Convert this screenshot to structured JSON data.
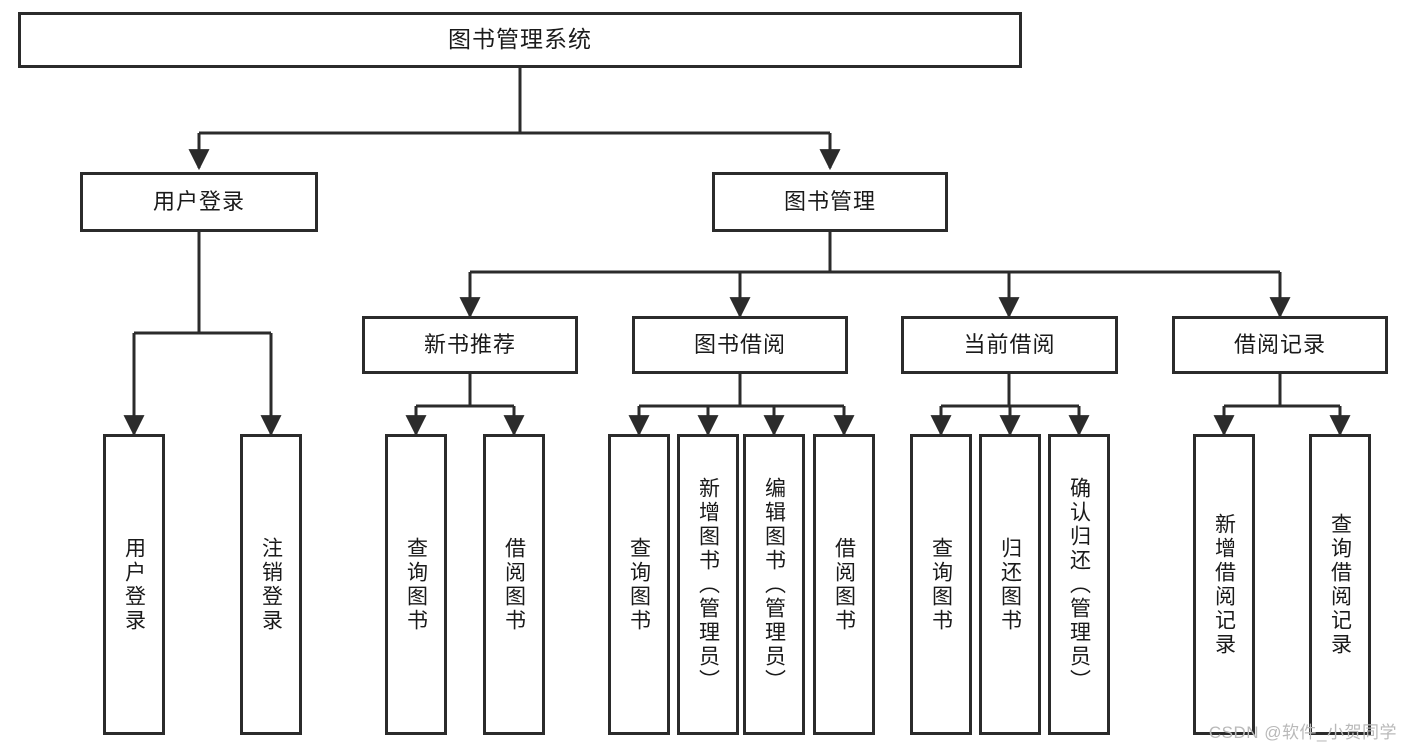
{
  "diagram": {
    "type": "tree",
    "title": "图书管理系统",
    "orientation": "top-down",
    "colors": {
      "box_border": "#2b2b2b",
      "box_fill": "#ffffff",
      "connector": "#2b2b2b",
      "text": "#1a1a1a",
      "watermark": "#b9b9b9",
      "page_background": "#ffffff"
    }
  },
  "root": {
    "label": "图书管理系统"
  },
  "level1": [
    {
      "id": "user-login",
      "label": "用户登录"
    },
    {
      "id": "book-manage",
      "label": "图书管理"
    }
  ],
  "level2": [
    {
      "id": "new-book-recommend",
      "label": "新书推荐",
      "parent": "book-manage"
    },
    {
      "id": "book-borrow",
      "label": "图书借阅",
      "parent": "book-manage"
    },
    {
      "id": "current-borrow",
      "label": "当前借阅",
      "parent": "book-manage"
    },
    {
      "id": "borrow-record",
      "label": "借阅记录",
      "parent": "book-manage"
    }
  ],
  "leaves": [
    {
      "id": "leaf-user-login",
      "label": "用户登录",
      "parent": "user-login"
    },
    {
      "id": "leaf-logout-login",
      "label": "注销登录",
      "parent": "user-login"
    },
    {
      "id": "leaf-query-book-1",
      "label": "查询图书",
      "parent": "new-book-recommend"
    },
    {
      "id": "leaf-borrow-book-1",
      "label": "借阅图书",
      "parent": "new-book-recommend"
    },
    {
      "id": "leaf-query-book-2",
      "label": "查询图书",
      "parent": "book-borrow"
    },
    {
      "id": "leaf-add-book",
      "label": "新增图书（管理员）",
      "parent": "book-borrow"
    },
    {
      "id": "leaf-edit-book",
      "label": "编辑图书（管理员）",
      "parent": "book-borrow"
    },
    {
      "id": "leaf-borrow-book-2",
      "label": "借阅图书",
      "parent": "book-borrow"
    },
    {
      "id": "leaf-query-book-3",
      "label": "查询图书",
      "parent": "current-borrow"
    },
    {
      "id": "leaf-return-book",
      "label": "归还图书",
      "parent": "current-borrow"
    },
    {
      "id": "leaf-confirm-return",
      "label": "确认归还（管理员）",
      "parent": "current-borrow"
    },
    {
      "id": "leaf-add-record",
      "label": "新增借阅记录",
      "parent": "borrow-record"
    },
    {
      "id": "leaf-query-record",
      "label": "查询借阅记录",
      "parent": "borrow-record"
    }
  ],
  "watermark": {
    "text": "CSDN @软件_小贺同学"
  }
}
